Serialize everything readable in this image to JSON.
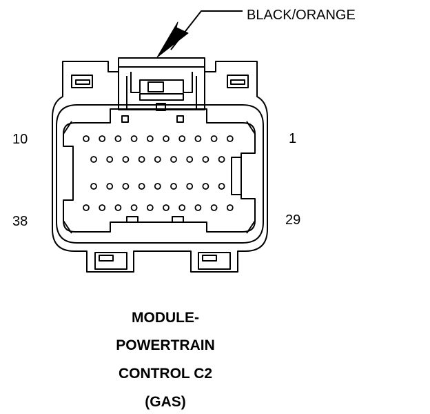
{
  "wire_label": "BLACK/ORANGE",
  "pin_labels": {
    "top_left": "10",
    "top_right": "1",
    "bottom_left": "38",
    "bottom_right": "29"
  },
  "title": {
    "line1": "MODULE-",
    "line2": "POWERTRAIN",
    "line3": "CONTROL C2",
    "line4": "(GAS)"
  },
  "pin_rows": [
    10,
    9,
    9,
    10
  ],
  "colors": {
    "line": "#000000",
    "background": "#ffffff"
  }
}
